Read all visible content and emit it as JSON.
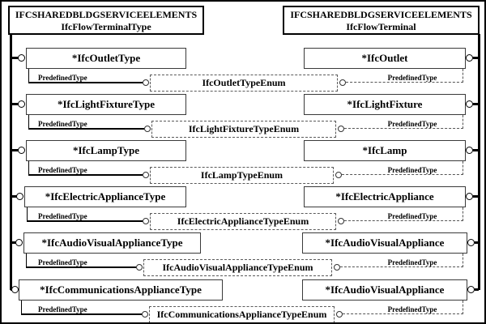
{
  "schema_left": {
    "line1": "IFCSHAREDBLDGSERVICEELEMENTS",
    "line2": "IfcFlowTerminalType"
  },
  "schema_right": {
    "line1": "IFCSHAREDBLDGSERVICEELEMENTS",
    "line2": "IfcFlowTerminal"
  },
  "attribute_label": "PredefinedType",
  "rows": [
    {
      "left": "*IfcOutletType",
      "enum": "IfcOutletTypeEnum",
      "right": "*IfcOutlet"
    },
    {
      "left": "*IfcLightFixtureType",
      "enum": "IfcLightFixtureTypeEnum",
      "right": "*IfcLightFixture"
    },
    {
      "left": "*IfcLampType",
      "enum": "IfcLampTypeEnum",
      "right": "*IfcLamp"
    },
    {
      "left": "*IfcElectricApplianceType",
      "enum": "IfcElectricApplianceTypeEnum",
      "right": "*IfcElectricAppliance"
    },
    {
      "left": "*IfcAudioVisualApplianceType",
      "enum": "IfcAudioVisualApplianceTypeEnum",
      "right": "*IfcAudioVisualAppliance"
    },
    {
      "left": "*IfcCommunicationsApplianceType",
      "enum": "IfcCommunicationsApplianceTypeEnum",
      "right": "*IfcAudioVisualAppliance"
    }
  ],
  "colors": {
    "background": "#ffffff",
    "line": "#000000",
    "entity_border": "#3a3a3a",
    "dashed_line": "#555555"
  }
}
